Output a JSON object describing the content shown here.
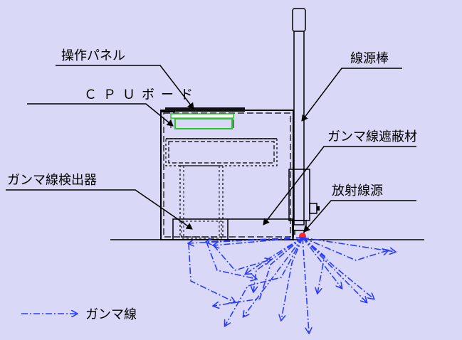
{
  "labels": {
    "control_panel": "操作パネル",
    "cpu_board": "ＣＰＵボード",
    "gamma_detector": "ガンマ線検出器",
    "source_rod": "線源棒",
    "gamma_shield": "ガンマ線遮蔽材",
    "radiation_source": "放射線源"
  },
  "legend": {
    "gamma_ray": "ガンマ線"
  },
  "colors": {
    "background": "#d9d9f7",
    "gamma_ray": "#2b3cff",
    "circuit_board": "#22cc22",
    "source_point": "#ff2a2a",
    "outline": "#000000"
  }
}
